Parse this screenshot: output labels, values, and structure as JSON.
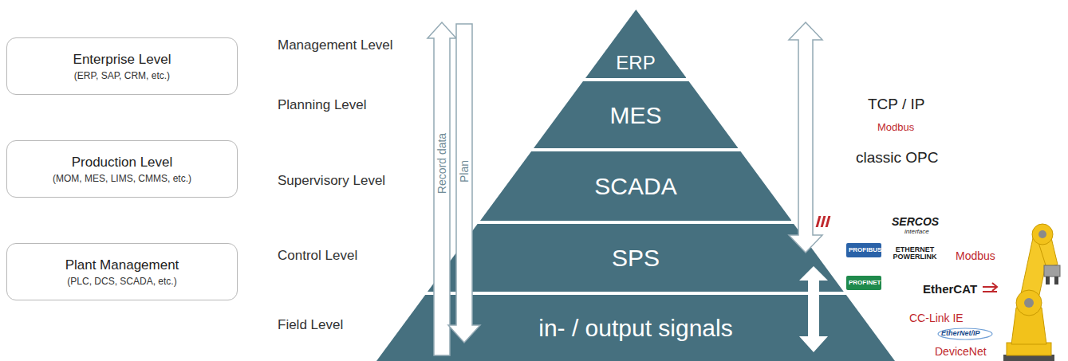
{
  "diagram": {
    "nodes": [
      {
        "text": [
          "Enterprise Level",
          "(ERP, SAP, CRM, etc.)"
        ]
      },
      {
        "text": [
          "Production Level",
          "(MOM, MES, LIMS, CMMS, etc.)"
        ]
      },
      {
        "text": [
          "Plant Management",
          "(PLC, DCS, SCADA, etc.)"
        ]
      },
      {
        "text": [
          "ERP"
        ]
      },
      {
        "text": [
          "MES"
        ]
      },
      {
        "text": [
          "SCADA"
        ]
      },
      {
        "text": [
          "SPS"
        ]
      },
      {
        "text": [
          "in- / output signals"
        ]
      }
    ],
    "labels": [
      "Management Level",
      "Planning Level",
      "Supervisory Level",
      "Control Level",
      "Field Level",
      "Record data",
      "Plan",
      "TCP / IP",
      "Modbus",
      "classic OPC",
      "SERCOS",
      "interface",
      "PROFIBUS",
      "ETHERNET POWERLINK",
      "Modbus",
      "PROFINET",
      "EtherCAT",
      "CC-Link IE",
      "EtherNet/IP",
      "DeviceNet"
    ]
  }
}
